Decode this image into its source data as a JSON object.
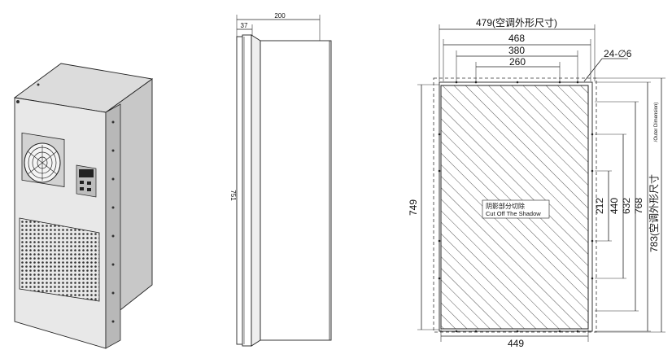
{
  "side_view": {
    "depth_total": "200",
    "depth_flange": "37",
    "height": "751"
  },
  "cutout_view": {
    "top_dims": [
      "479(空调外形尺寸)",
      "468",
      "380",
      "260"
    ],
    "hole_spec": "24-∅6",
    "left_height": "749",
    "bottom_width": "449",
    "right_dims": [
      "212",
      "440",
      "632",
      "768"
    ],
    "outer_height": "783(空调外形尺寸",
    "outer_height_en": "/Outer Dimension)",
    "cut_label_cn": "阴影部分切除",
    "cut_label_en": "Cut Off The Shadow"
  },
  "colors": {
    "line": "#222222",
    "hatch": "#444444",
    "cabinet_face": "#e6e6e6",
    "cabinet_side": "#c9c9c9"
  }
}
